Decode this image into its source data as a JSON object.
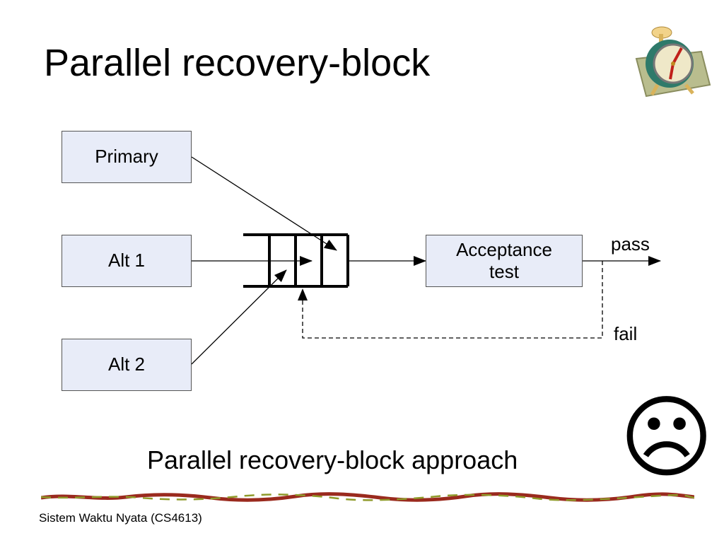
{
  "slide": {
    "title": "Parallel recovery-block",
    "caption": "Parallel recovery-block approach",
    "footer": "Sistem Waktu Nyata (CS4613)",
    "face_glyph": "☹",
    "icons": [
      "alarm-clock-icon",
      "sad-face-icon"
    ]
  },
  "diagram": {
    "boxes": {
      "primary": "Primary",
      "alt1": "Alt 1",
      "alt2": "Alt 2",
      "acceptance": "Acceptance test"
    },
    "labels": {
      "pass": "pass",
      "fail": "fail"
    },
    "colors": {
      "box_fill": "#e8ecf8",
      "box_border": "#555555"
    }
  }
}
